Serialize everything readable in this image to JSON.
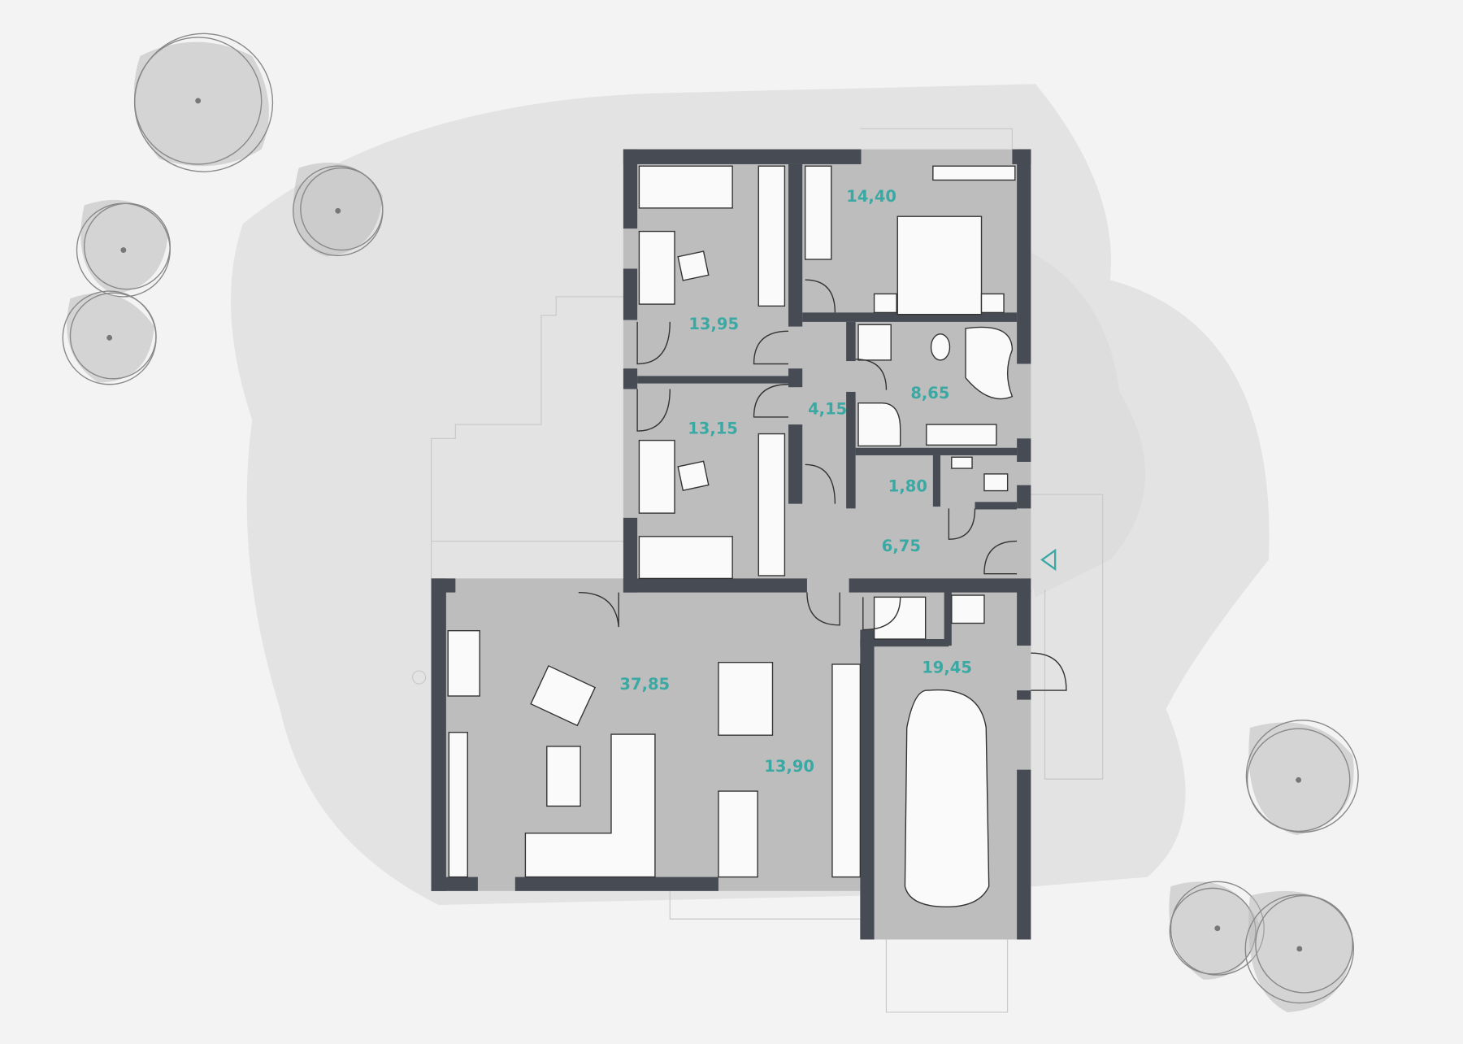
{
  "colors": {
    "wall": "#474c54",
    "floor": "#bdbdbd",
    "label": "#3aa9a3",
    "background": "#f3f3f3"
  },
  "rooms": [
    {
      "id": "bedroom-1",
      "area": "13,95"
    },
    {
      "id": "master-bedroom",
      "area": "14,40"
    },
    {
      "id": "bathroom",
      "area": "8,65"
    },
    {
      "id": "hallway",
      "area": "4,15"
    },
    {
      "id": "bedroom-2",
      "area": "13,15"
    },
    {
      "id": "wardrobe",
      "area": "1,80"
    },
    {
      "id": "entrance-hall",
      "area": "6,75"
    },
    {
      "id": "living-room",
      "area": "37,85"
    },
    {
      "id": "kitchen-dining",
      "area": "13,90"
    },
    {
      "id": "garage",
      "area": "19,45"
    }
  ],
  "icons": {
    "entrance": "triangle-entrance-icon",
    "tree": "tree-icon",
    "car": "car-icon"
  }
}
